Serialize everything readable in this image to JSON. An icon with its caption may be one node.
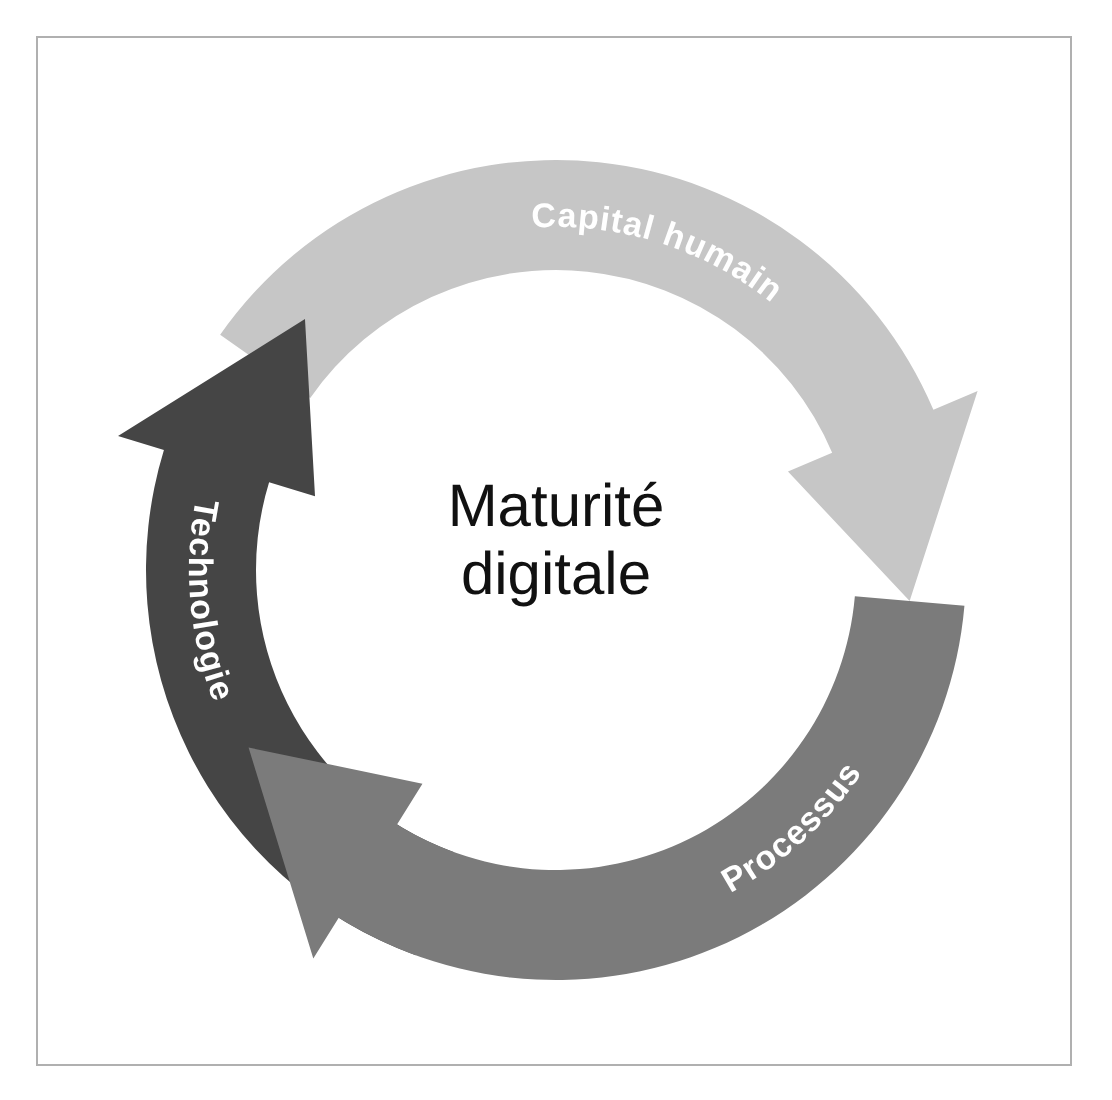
{
  "diagram": {
    "nodes": [
      {
        "text": [
          "Capital humain"
        ]
      },
      {
        "text": [
          "Processus"
        ]
      },
      {
        "text": [
          "Technologie"
        ]
      }
    ],
    "labels": [
      "Maturité digitale"
    ]
  }
}
